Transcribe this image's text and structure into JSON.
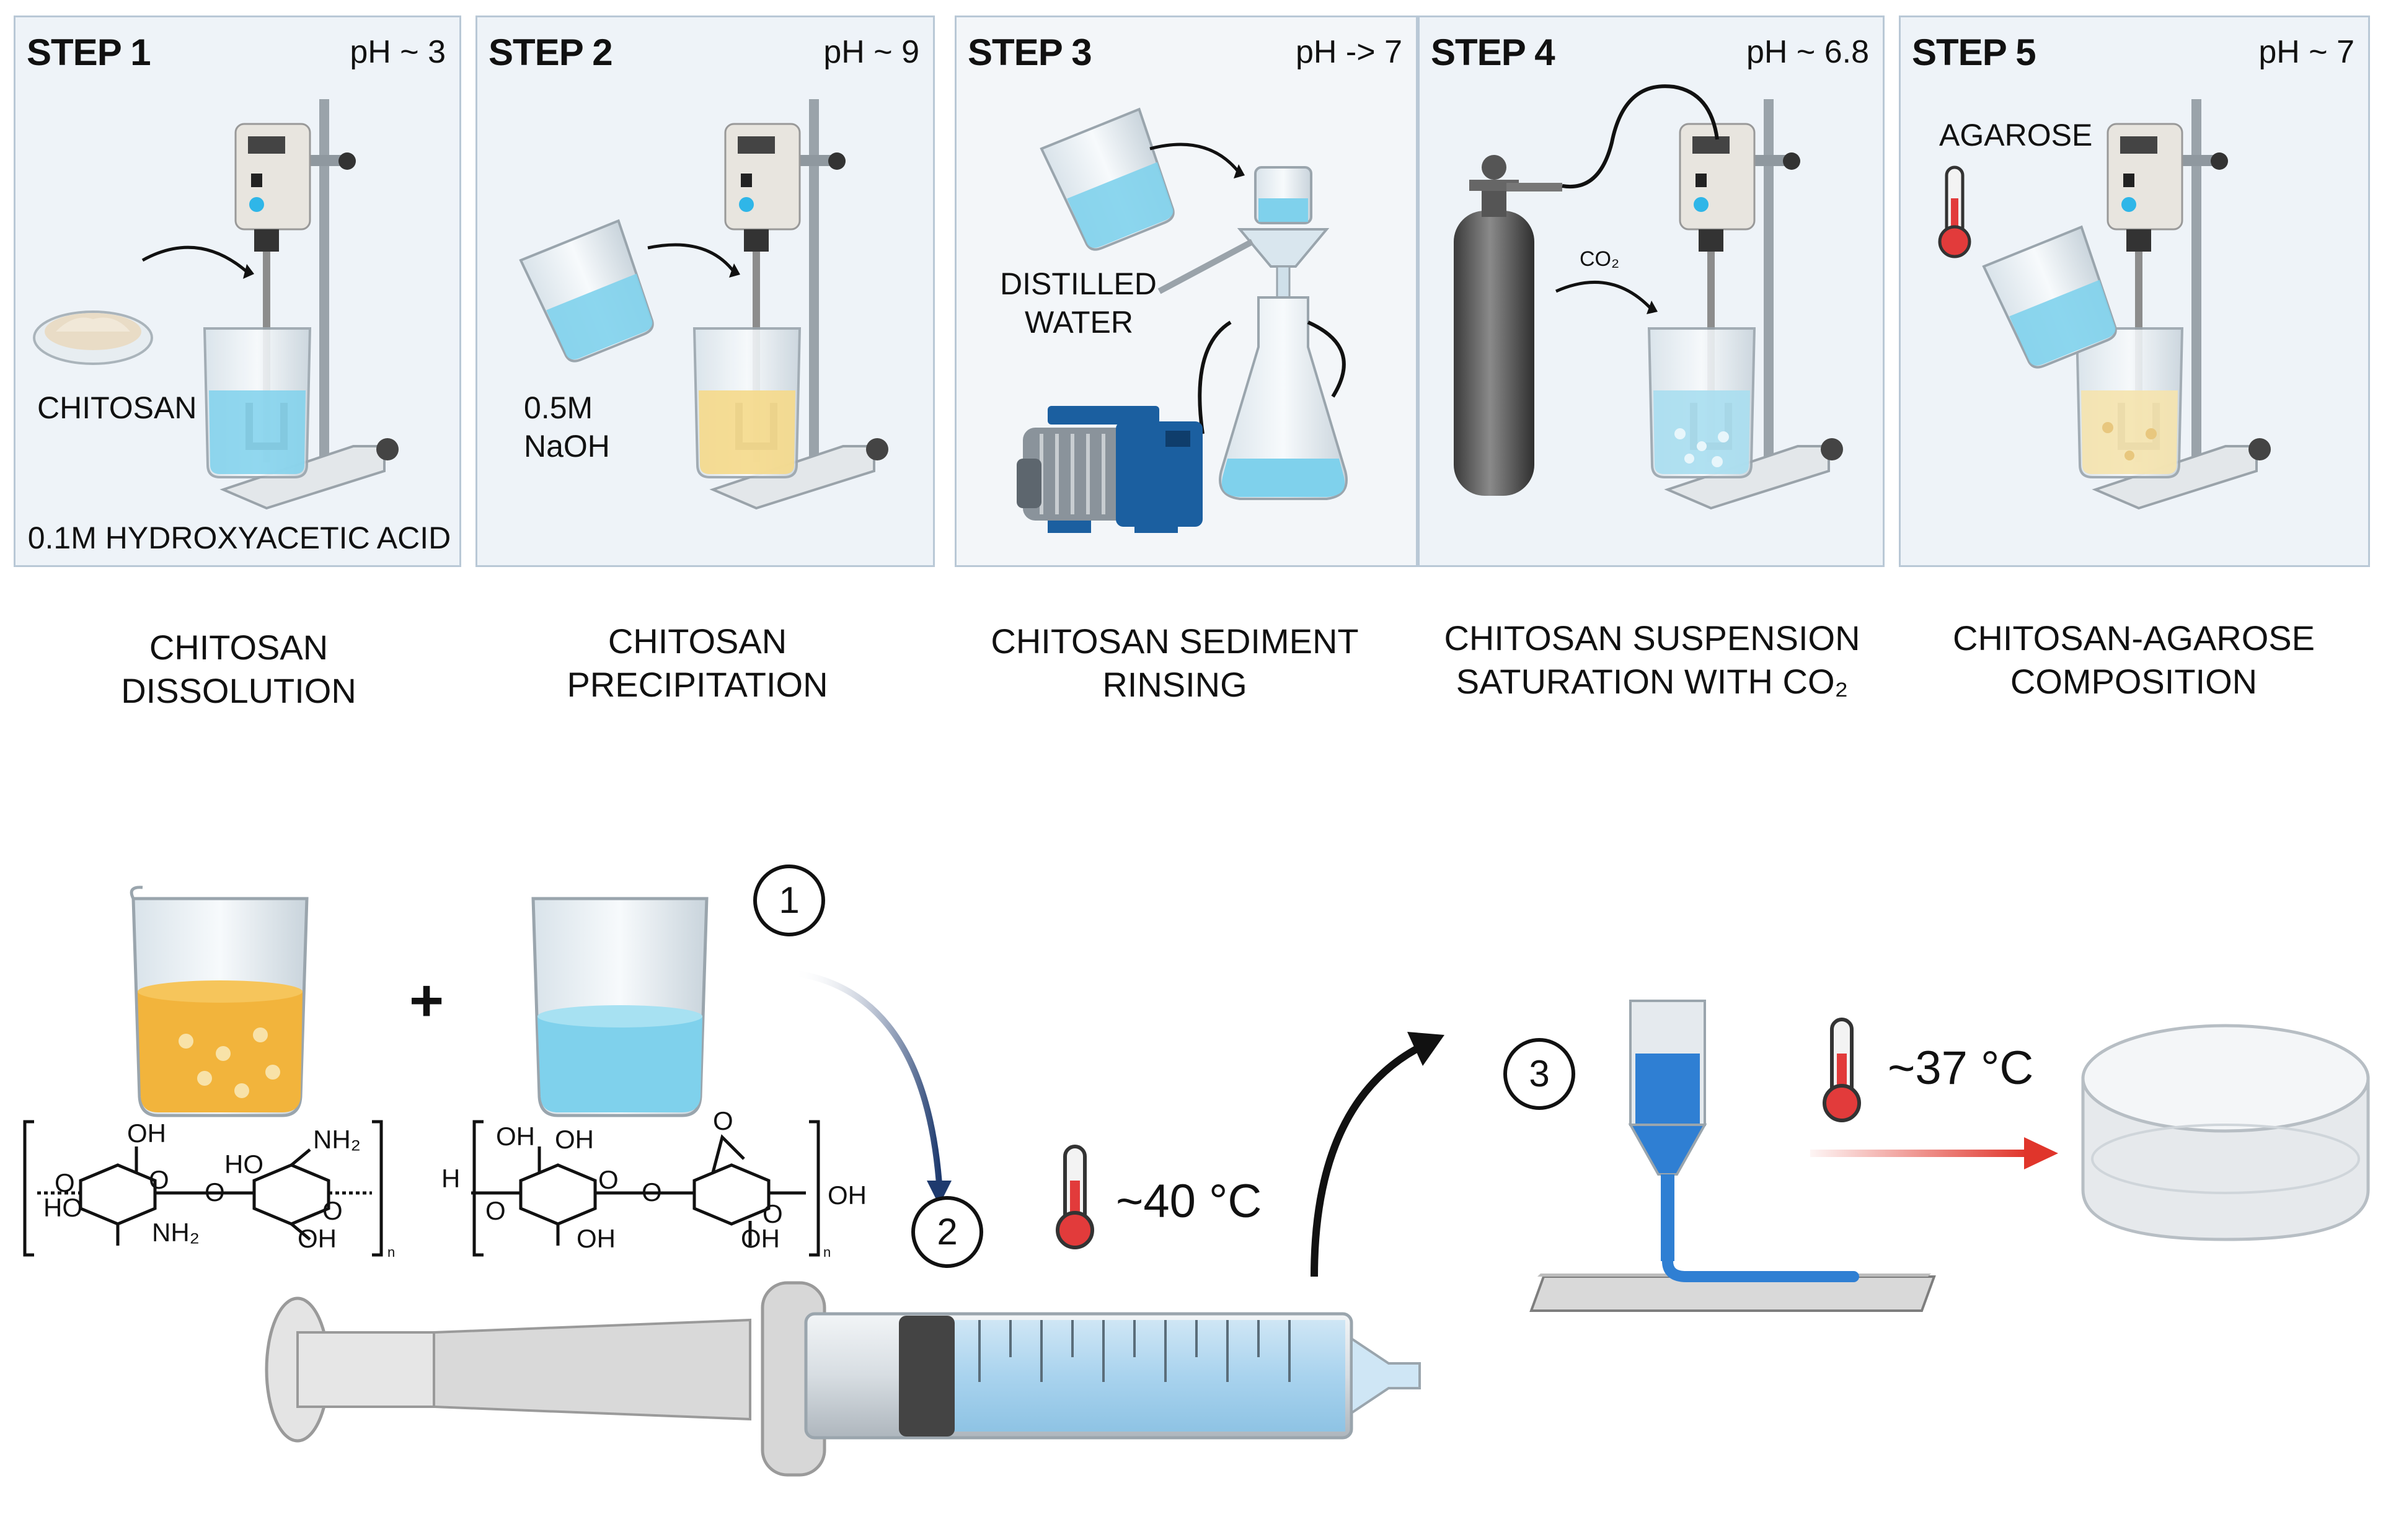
{
  "colors": {
    "panel_bg": "#eef3f8",
    "panel_border": "#b9c8d6",
    "water": "#7fd1ec",
    "yellow_solution": "#f5d98a",
    "orange_solution": "#f2b43c",
    "red_thermo": "#e23b3b",
    "dark_arrow": "#1e3a6e",
    "red_arrow": "#e0352b"
  },
  "steps": [
    {
      "step": "STEP 1",
      "ph": "pH ~ 3",
      "labels": [
        "CHITOSAN",
        "0.1M HYDROXYACETIC ACID"
      ],
      "caption": [
        "CHITOSAN",
        "DISSOLUTION"
      ]
    },
    {
      "step": "STEP 2",
      "ph": "pH ~ 9",
      "labels": [
        "0.5M",
        "NaOH"
      ],
      "caption": [
        "CHITOSAN",
        "PRECIPITATION"
      ]
    },
    {
      "step": "STEP 3",
      "ph": "pH -> 7",
      "labels": [
        "DISTILLED",
        "WATER"
      ],
      "caption": [
        "CHITOSAN SEDIMENT",
        "RINSING"
      ]
    },
    {
      "step": "STEP 4",
      "ph": "pH ~ 6.8",
      "labels": [
        "CO₂"
      ],
      "caption": [
        "CHITOSAN SUSPENSION",
        "SATURATION WITH CO₂"
      ]
    },
    {
      "step": "STEP 5",
      "ph": "pH ~ 7",
      "labels": [
        "AGAROSE"
      ],
      "caption": [
        "CHITOSAN-AGAROSE",
        "COMPOSITION"
      ]
    }
  ],
  "process": {
    "plus": "+",
    "markers": [
      "1",
      "2",
      "3"
    ],
    "temp_syringe": "~40 °C",
    "temp_final": "~37 °C"
  },
  "chem_chitosan": {
    "oh_top": "OH",
    "nh2_top": "NH₂",
    "ho_mid": "HO",
    "ho_left": "HO",
    "nh2_bottom": "NH₂",
    "oh_bottom": "OH",
    "o_left": "O",
    "o_ring1": "O",
    "o_link": "O",
    "o_ring2": "O",
    "n": "n"
  },
  "chem_agarose": {
    "oh1": "OH",
    "oh2": "OH",
    "h": "H",
    "o_left": "O",
    "o_ring": "O",
    "o_link": "O",
    "o_bridge": "O",
    "o_ring2": "O",
    "oh_right": "OH",
    "oh_bottom1": "OH",
    "oh_bottom2": "OH",
    "n": "n"
  }
}
